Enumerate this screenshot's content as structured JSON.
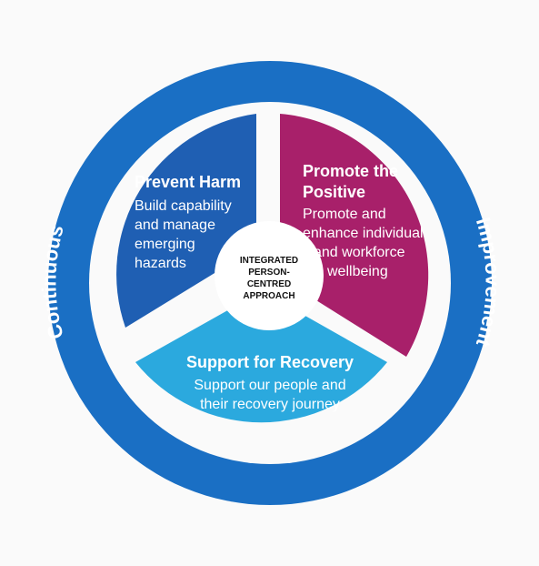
{
  "ring": {
    "left_word": "Continuous",
    "right_word": "Improvement"
  },
  "segments": [
    {
      "id": "prevent-harm",
      "title": "Prevent Harm",
      "lines": [
        "Build capability",
        "and manage",
        "emerging",
        "hazards"
      ]
    },
    {
      "id": "promote-positive",
      "title_lines": [
        "Promote the",
        "Positive"
      ],
      "lines": [
        "Promote and",
        "enhance individual",
        "and workforce",
        "wellbeing"
      ]
    },
    {
      "id": "support-recovery",
      "title": "Support for Recovery",
      "lines": [
        "Support our people and",
        "their recovery journey"
      ]
    }
  ],
  "center": {
    "lines": [
      "INTEGRATED",
      "PERSON-",
      "CENTRED",
      "APPROACH"
    ]
  },
  "colors": {
    "ring": "#1a6fc4",
    "prevent": "#1f5fb3",
    "promote": "#a8206a",
    "recovery": "#2ba9de",
    "background": "#fafafa"
  }
}
